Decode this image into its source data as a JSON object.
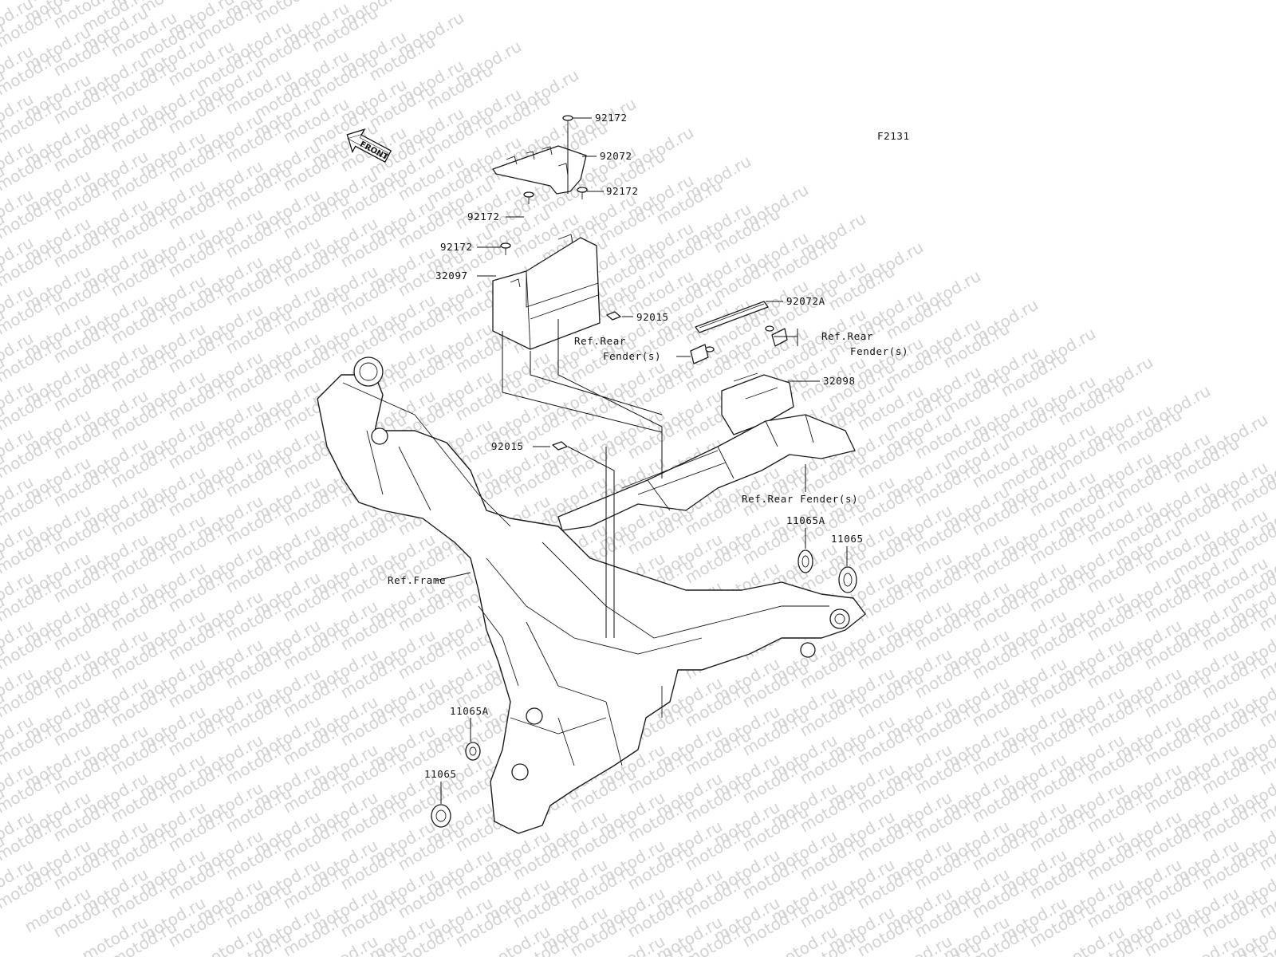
{
  "diagram_code": "F2131",
  "watermark": "motod.ru",
  "direction_arrow": {
    "text": "FRONT",
    "icon": "front-arrow-icon"
  },
  "callouts": [
    {
      "id": "c1",
      "text": "92172"
    },
    {
      "id": "c2",
      "text": "92072"
    },
    {
      "id": "c3",
      "text": "92172"
    },
    {
      "id": "c4",
      "text": "92172"
    },
    {
      "id": "c5",
      "text": "92172"
    },
    {
      "id": "c6",
      "text": "32097"
    },
    {
      "id": "c7",
      "text": "92015"
    },
    {
      "id": "c8",
      "text": "92072A"
    },
    {
      "id": "c9",
      "text": "Ref.Rear"
    },
    {
      "id": "c10",
      "text": "Fender(s)"
    },
    {
      "id": "c11",
      "text": "Ref.Rear"
    },
    {
      "id": "c12",
      "text": "Fender(s)"
    },
    {
      "id": "c13",
      "text": "32098"
    },
    {
      "id": "c14",
      "text": "92015"
    },
    {
      "id": "c15",
      "text": "Ref.Rear Fender(s)"
    },
    {
      "id": "c16",
      "text": "11065A"
    },
    {
      "id": "c17",
      "text": "11065"
    },
    {
      "id": "c18",
      "text": "Ref.Frame"
    },
    {
      "id": "c19",
      "text": "11065A"
    },
    {
      "id": "c20",
      "text": "11065"
    }
  ]
}
